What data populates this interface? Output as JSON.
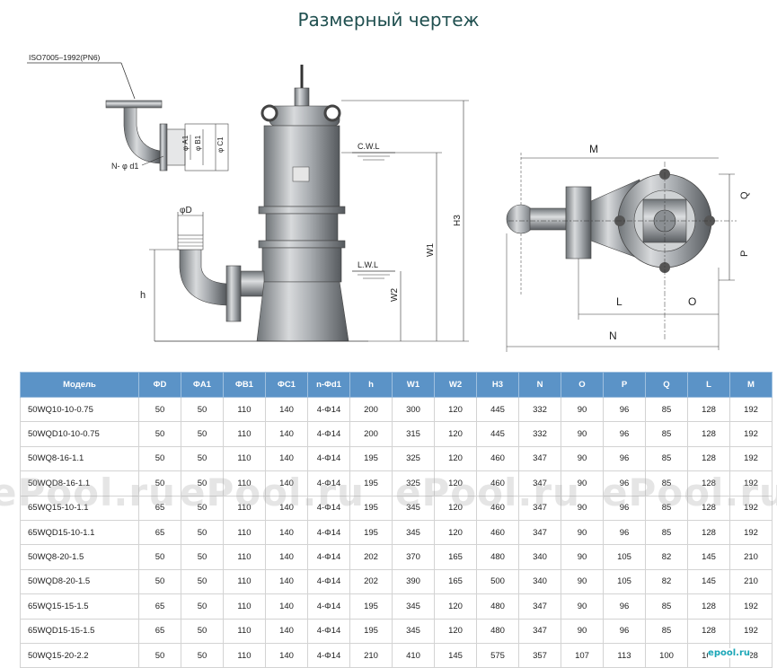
{
  "title": "Размерный чертеж",
  "drawing": {
    "flange_std": "ISO7005–1992(PN6)",
    "n_phi_d1": "N- φ d1",
    "phi_d": "φD",
    "phi_a1": "φ A1",
    "phi_b1": "φ B1",
    "phi_c1": "φ C1",
    "cwl": "C.W.L",
    "lwl": "L.W.L",
    "h": "h",
    "w1": "W1",
    "w2": "W2",
    "h3": "H3",
    "m": "M",
    "q": "Q",
    "p": "P",
    "l": "L",
    "o": "O",
    "n": "N"
  },
  "table": {
    "headers": [
      "Модель",
      "ΦD",
      "ΦA1",
      "ΦB1",
      "ΦC1",
      "n-Φd1",
      "h",
      "W1",
      "W2",
      "H3",
      "N",
      "O",
      "P",
      "Q",
      "L",
      "M"
    ],
    "rows": [
      [
        "50WQ10-10-0.75",
        "50",
        "50",
        "110",
        "140",
        "4-Φ14",
        "200",
        "300",
        "120",
        "445",
        "332",
        "90",
        "96",
        "85",
        "128",
        "192"
      ],
      [
        "50WQD10-10-0.75",
        "50",
        "50",
        "110",
        "140",
        "4-Φ14",
        "200",
        "315",
        "120",
        "445",
        "332",
        "90",
        "96",
        "85",
        "128",
        "192"
      ],
      [
        "50WQ8-16-1.1",
        "50",
        "50",
        "110",
        "140",
        "4-Φ14",
        "195",
        "325",
        "120",
        "460",
        "347",
        "90",
        "96",
        "85",
        "128",
        "192"
      ],
      [
        "50WQD8-16-1.1",
        "50",
        "50",
        "110",
        "140",
        "4-Φ14",
        "195",
        "325",
        "120",
        "460",
        "347",
        "90",
        "96",
        "85",
        "128",
        "192"
      ],
      [
        "65WQ15-10-1.1",
        "65",
        "50",
        "110",
        "140",
        "4-Φ14",
        "195",
        "345",
        "120",
        "460",
        "347",
        "90",
        "96",
        "85",
        "128",
        "192"
      ],
      [
        "65WQD15-10-1.1",
        "65",
        "50",
        "110",
        "140",
        "4-Φ14",
        "195",
        "345",
        "120",
        "460",
        "347",
        "90",
        "96",
        "85",
        "128",
        "192"
      ],
      [
        "50WQ8-20-1.5",
        "50",
        "50",
        "110",
        "140",
        "4-Φ14",
        "202",
        "370",
        "165",
        "480",
        "340",
        "90",
        "105",
        "82",
        "145",
        "210"
      ],
      [
        "50WQD8-20-1.5",
        "50",
        "50",
        "110",
        "140",
        "4-Φ14",
        "202",
        "390",
        "165",
        "500",
        "340",
        "90",
        "105",
        "82",
        "145",
        "210"
      ],
      [
        "65WQ15-15-1.5",
        "65",
        "50",
        "110",
        "140",
        "4-Φ14",
        "195",
        "345",
        "120",
        "480",
        "347",
        "90",
        "96",
        "85",
        "128",
        "192"
      ],
      [
        "65WQD15-15-1.5",
        "65",
        "50",
        "110",
        "140",
        "4-Φ14",
        "195",
        "345",
        "120",
        "480",
        "347",
        "90",
        "96",
        "85",
        "128",
        "192"
      ],
      [
        "50WQ15-20-2.2",
        "50",
        "50",
        "110",
        "140",
        "4-Φ14",
        "210",
        "410",
        "145",
        "575",
        "357",
        "107",
        "113",
        "100",
        "164",
        "228"
      ]
    ]
  },
  "watermark": "ePool.ru",
  "logo": "epool.ru"
}
